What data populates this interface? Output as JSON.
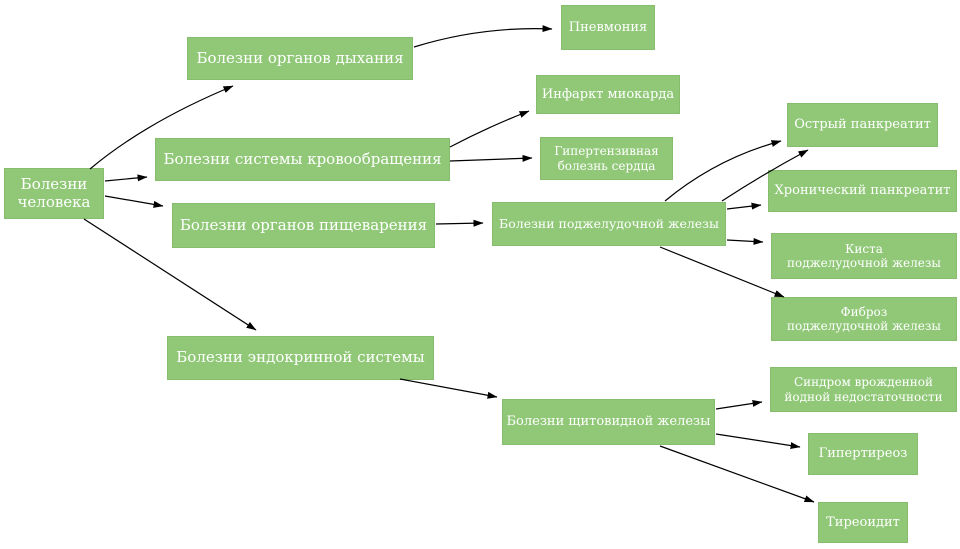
{
  "diagram": {
    "type": "graph",
    "direction": "left-to-right",
    "colors": {
      "node_fill": "#90c878",
      "node_border": "#85bd6c",
      "node_text": "#ffffff",
      "edge": "#000000",
      "background": "#ffffff"
    },
    "nodes": [
      {
        "id": "human",
        "label": "Болезни человека",
        "lines": [
          "Болезни",
          "человека"
        ]
      },
      {
        "id": "resp",
        "label": "Болезни органов дыхания",
        "lines": [
          "Болезни органов дыхания"
        ]
      },
      {
        "id": "pneumonia",
        "label": "Пневмония",
        "lines": [
          "Пневмония"
        ]
      },
      {
        "id": "circ",
        "label": "Болезни системы кровообращения",
        "lines": [
          "Болезни системы кровообращения"
        ]
      },
      {
        "id": "infarct",
        "label": "Инфаркт миокарда",
        "lines": [
          "Инфаркт миокарда"
        ]
      },
      {
        "id": "hypertensive",
        "label": "Гипертензивная болезнь сердца",
        "lines": [
          "Гипертензивная",
          "болезнь сердца"
        ]
      },
      {
        "id": "dig",
        "label": "Болезни органов пищеварения",
        "lines": [
          "Болезни органов пищеварения"
        ]
      },
      {
        "id": "pancreas",
        "label": "Болезни поджелудочной железы",
        "lines": [
          "Болезни поджелудочной железы"
        ]
      },
      {
        "id": "acute",
        "label": "Острый панкреатит",
        "lines": [
          "Острый панкреатит"
        ]
      },
      {
        "id": "chronic",
        "label": "Хронический панкреатит",
        "lines": [
          "Хронический панкреатит"
        ]
      },
      {
        "id": "cyst",
        "label": "Киста поджелудочной железы",
        "lines": [
          "Киста",
          "поджелудочной железы"
        ]
      },
      {
        "id": "fibrosis",
        "label": "Фиброз поджелудочной железы",
        "lines": [
          "Фиброз",
          "поджелудочной железы"
        ]
      },
      {
        "id": "endo",
        "label": "Болезни эндокринной системы",
        "lines": [
          "Болезни эндокринной системы"
        ]
      },
      {
        "id": "thyroid",
        "label": "Болезни щитовидной железы",
        "lines": [
          "Болезни щитовидной железы"
        ]
      },
      {
        "id": "iodine",
        "label": "Синдром врожденной йодной недостаточности",
        "lines": [
          "Синдром врожденной",
          "йодной недостаточности"
        ]
      },
      {
        "id": "hyper",
        "label": "Гипертиреоз",
        "lines": [
          "Гипертиреоз"
        ]
      },
      {
        "id": "thyroiditis",
        "label": "Тиреоидит",
        "lines": [
          "Тиреоидит"
        ]
      }
    ],
    "edges": [
      {
        "from": "human",
        "to": "resp"
      },
      {
        "from": "human",
        "to": "circ"
      },
      {
        "from": "human",
        "to": "dig"
      },
      {
        "from": "human",
        "to": "endo"
      },
      {
        "from": "resp",
        "to": "pneumonia"
      },
      {
        "from": "circ",
        "to": "infarct"
      },
      {
        "from": "circ",
        "to": "hypertensive"
      },
      {
        "from": "dig",
        "to": "pancreas"
      },
      {
        "from": "pancreas",
        "to": "acute"
      },
      {
        "from": "pancreas",
        "to": "acute"
      },
      {
        "from": "pancreas",
        "to": "chronic"
      },
      {
        "from": "pancreas",
        "to": "cyst"
      },
      {
        "from": "pancreas",
        "to": "fibrosis"
      },
      {
        "from": "endo",
        "to": "thyroid"
      },
      {
        "from": "thyroid",
        "to": "iodine"
      },
      {
        "from": "thyroid",
        "to": "hyper"
      },
      {
        "from": "thyroid",
        "to": "thyroiditis"
      }
    ]
  }
}
